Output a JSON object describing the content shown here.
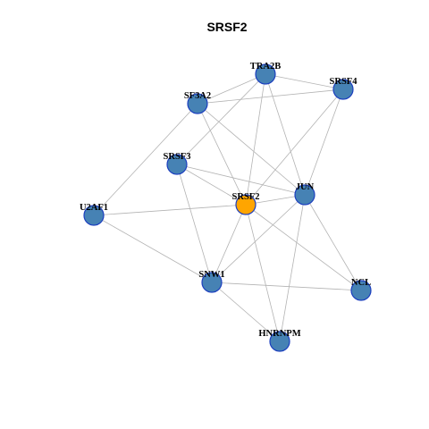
{
  "title": "SRSF2",
  "colors": {
    "node_fill": "#4682b4",
    "center_fill": "#ffa500",
    "node_stroke": "#1c3fbf",
    "edge": "#b3b3b3"
  },
  "nodes": [
    {
      "id": "TRA2B",
      "label": "TRA2B",
      "center": false
    },
    {
      "id": "SRSF4",
      "label": "SRSF4",
      "center": false
    },
    {
      "id": "SF3A2",
      "label": "SF3A2",
      "center": false
    },
    {
      "id": "SRSF3",
      "label": "SRSF3",
      "center": false
    },
    {
      "id": "SRSF2",
      "label": "SRSF2",
      "center": true
    },
    {
      "id": "JUN",
      "label": "JUN",
      "center": false
    },
    {
      "id": "U2AF1",
      "label": "U2AF1",
      "center": false
    },
    {
      "id": "SNW1",
      "label": "SNW1",
      "center": false
    },
    {
      "id": "NCL",
      "label": "NCL",
      "center": false
    },
    {
      "id": "HNRNPM",
      "label": "HNRNPM",
      "center": false
    }
  ],
  "edges": [
    [
      "TRA2B",
      "SRSF4"
    ],
    [
      "TRA2B",
      "SF3A2"
    ],
    [
      "TRA2B",
      "SRSF3"
    ],
    [
      "TRA2B",
      "SRSF2"
    ],
    [
      "TRA2B",
      "JUN"
    ],
    [
      "SRSF4",
      "SF3A2"
    ],
    [
      "SRSF4",
      "SRSF2"
    ],
    [
      "SRSF4",
      "JUN"
    ],
    [
      "SF3A2",
      "SRSF2"
    ],
    [
      "SF3A2",
      "JUN"
    ],
    [
      "SF3A2",
      "U2AF1"
    ],
    [
      "SRSF3",
      "SRSF2"
    ],
    [
      "SRSF3",
      "JUN"
    ],
    [
      "SRSF3",
      "SNW1"
    ],
    [
      "SRSF2",
      "JUN"
    ],
    [
      "SRSF2",
      "U2AF1"
    ],
    [
      "SRSF2",
      "SNW1"
    ],
    [
      "SRSF2",
      "NCL"
    ],
    [
      "SRSF2",
      "HNRNPM"
    ],
    [
      "JUN",
      "SNW1"
    ],
    [
      "JUN",
      "NCL"
    ],
    [
      "JUN",
      "HNRNPM"
    ],
    [
      "U2AF1",
      "SNW1"
    ],
    [
      "SNW1",
      "NCL"
    ],
    [
      "SNW1",
      "HNRNPM"
    ]
  ]
}
